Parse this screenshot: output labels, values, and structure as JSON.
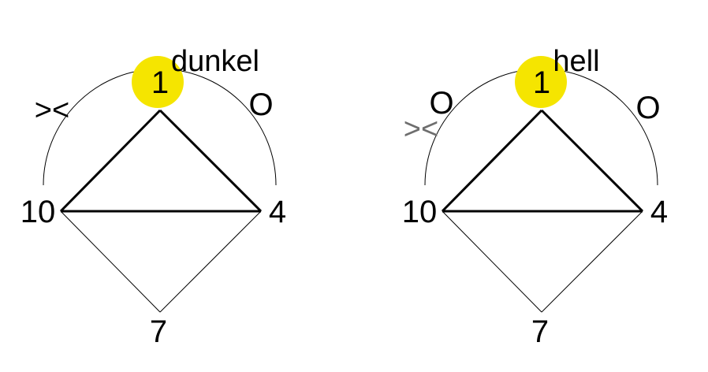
{
  "colors": {
    "highlight": "#f5e500",
    "line": "#000000",
    "muted_label": "#6e6e6e",
    "background": "#ffffff"
  },
  "panels": [
    {
      "title": "dunkel",
      "nodes": {
        "top": "1",
        "left": "10",
        "right": "4",
        "bottom": "7"
      },
      "arc_marks": [
        {
          "id": "mark-left",
          "text": "><",
          "muted": false
        },
        {
          "id": "mark-right",
          "text": "O",
          "muted": false
        }
      ]
    },
    {
      "title": "hell",
      "nodes": {
        "top": "1",
        "left": "10",
        "right": "4",
        "bottom": "7"
      },
      "arc_marks": [
        {
          "id": "mark-left-o",
          "text": "O",
          "muted": false
        },
        {
          "id": "mark-left",
          "text": "><",
          "muted": true
        },
        {
          "id": "mark-right",
          "text": "O",
          "muted": false
        }
      ]
    }
  ]
}
